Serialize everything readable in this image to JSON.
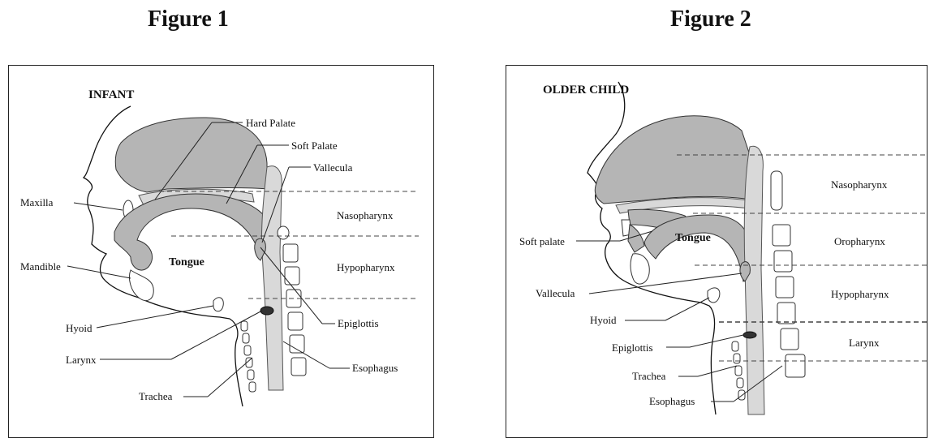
{
  "figure1": {
    "title": "Figure 1",
    "heading": "INFANT",
    "labels": {
      "hard_palate": "Hard Palate",
      "soft_palate": "Soft Palate",
      "vallecula": "Vallecula",
      "maxilla": "Maxilla",
      "nasopharynx": "Nasopharynx",
      "mandible": "Mandible",
      "tongue": "Tongue",
      "hypopharynx": "Hypopharynx",
      "hyoid": "Hyoid",
      "epiglottis": "Epiglottis",
      "larynx": "Larynx",
      "esophagus": "Esophagus",
      "trachea": "Trachea"
    }
  },
  "figure2": {
    "title": "Figure 2",
    "heading": "OLDER CHILD",
    "labels": {
      "nasopharynx": "Nasopharynx",
      "soft_palate": "Soft palate",
      "tongue": "Tongue",
      "oropharynx": "Oropharynx",
      "vallecula": "Vallecula",
      "hypopharynx": "Hypopharynx",
      "hyoid": "Hyoid",
      "larynx": "Larynx",
      "epiglottis": "Epiglottis",
      "trachea": "Trachea",
      "esophagus": "Esophagus"
    }
  }
}
